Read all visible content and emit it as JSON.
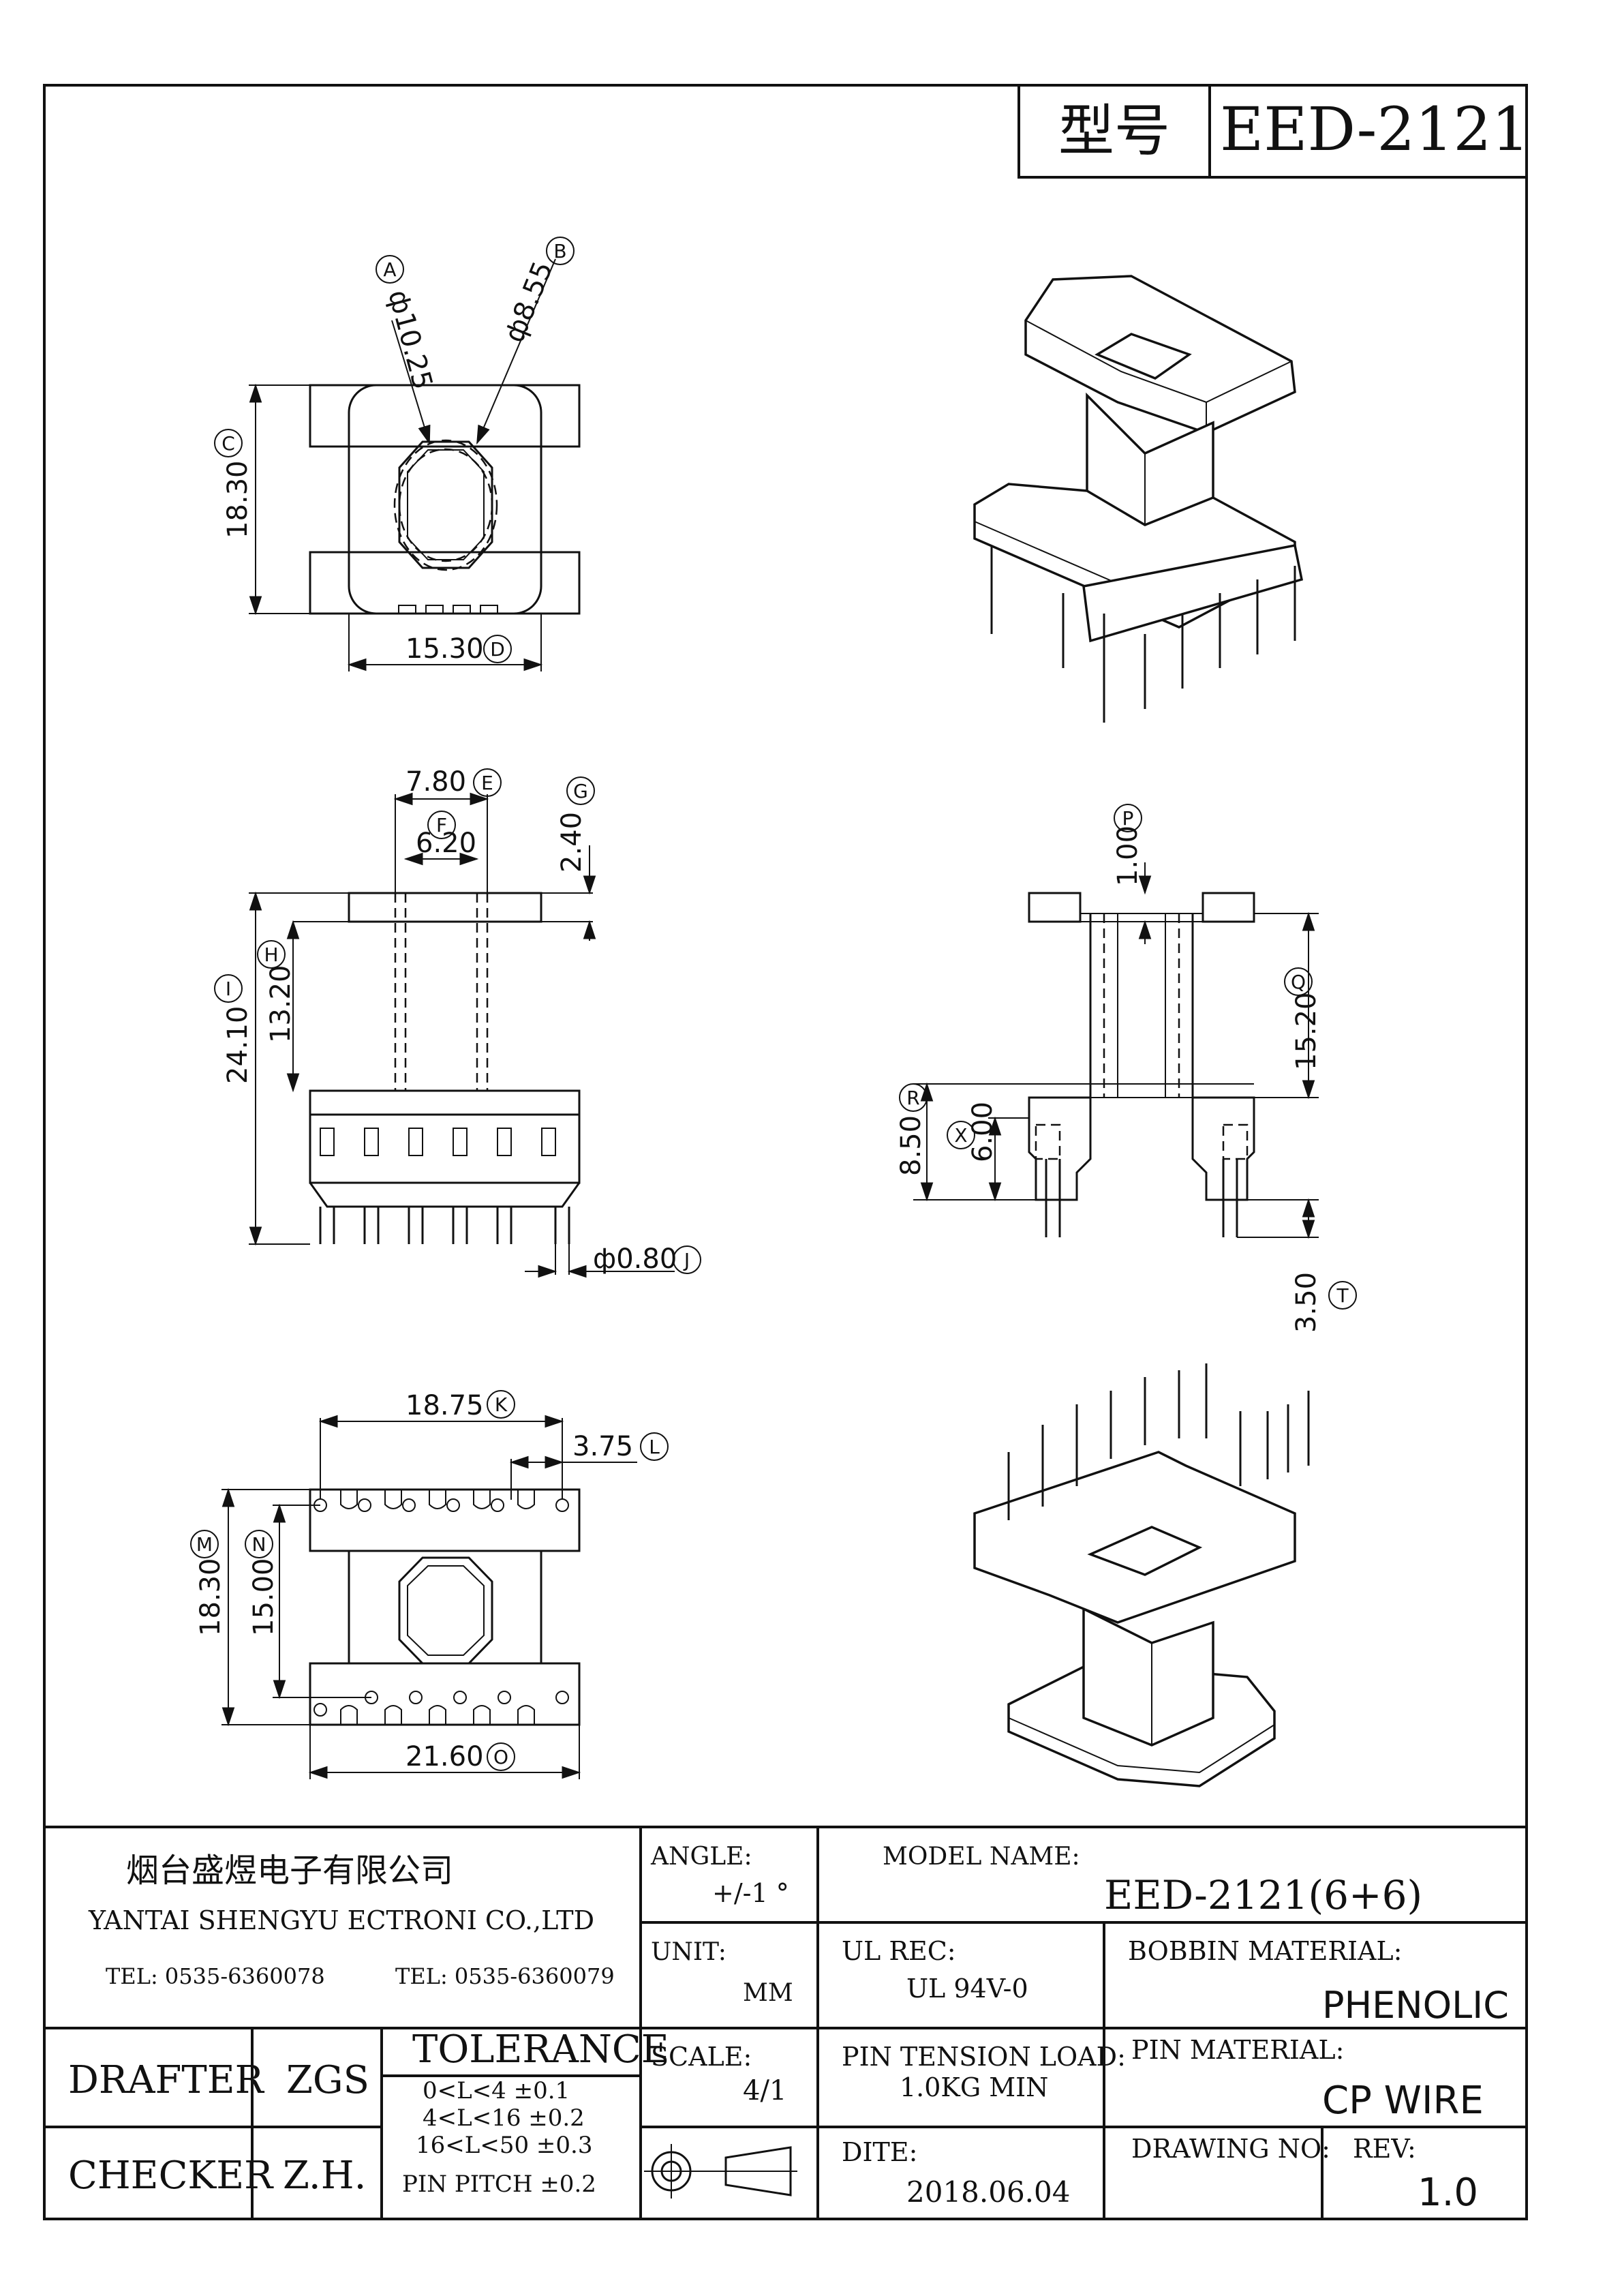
{
  "title_block": {
    "model_label": "型号",
    "model_value": "EED-2121"
  },
  "dimensions": {
    "A": {
      "tag": "A",
      "value": "ф10.25"
    },
    "B": {
      "tag": "B",
      "value": "ф8.55"
    },
    "C": {
      "tag": "C",
      "value": "18.30"
    },
    "D": {
      "tag": "D",
      "value": "15.30"
    },
    "E": {
      "tag": "E",
      "value": "7.80"
    },
    "F": {
      "tag": "F",
      "value": "6.20"
    },
    "G": {
      "tag": "G",
      "value": "2.40"
    },
    "H": {
      "tag": "H",
      "value": "13.20"
    },
    "I": {
      "tag": "I",
      "value": "24.10"
    },
    "J": {
      "tag": "J",
      "value": "ф0.80"
    },
    "P": {
      "tag": "P",
      "value": "1.00"
    },
    "Q": {
      "tag": "Q",
      "value": "15.20"
    },
    "R": {
      "tag": "R",
      "value": "8.50"
    },
    "X": {
      "tag": "X",
      "value": "6.00"
    },
    "T": {
      "tag": "T",
      "value": "3.50"
    },
    "K": {
      "tag": "K",
      "value": "18.75"
    },
    "L": {
      "tag": "L",
      "value": "3.75"
    },
    "M": {
      "tag": "M",
      "value": "18.30"
    },
    "N": {
      "tag": "N",
      "value": "15.00"
    },
    "O": {
      "tag": "O",
      "value": "21.60"
    }
  },
  "company": {
    "name_cn": "烟台盛煜电子有限公司",
    "name_en": "YANTAI SHENGYU ECTRONI CO.,LTD",
    "tel1": "TEL: 0535-6360078",
    "tel2": "TEL: 0535-6360079"
  },
  "angle": {
    "label": "ANGLE:",
    "value": "+/-1 °"
  },
  "unit": {
    "label": "UNIT:",
    "value": "MM"
  },
  "scale": {
    "label": "SCALE:",
    "value": "4/1"
  },
  "model_name": {
    "label": "MODEL NAME:",
    "value": "EED-2121(6+6)"
  },
  "ul_rec": {
    "label": "UL REC:",
    "value": "UL 94V-0"
  },
  "bobbin_material": {
    "label": "BOBBIN MATERIAL:",
    "value": "PHENOLIC"
  },
  "pin_tension": {
    "label": "PIN TENSION LOAD:",
    "value": "1.0KG MIN"
  },
  "pin_material": {
    "label": "PIN MATERIAL:",
    "value": "CP WIRE"
  },
  "date": {
    "label": "DITE:",
    "value": "2018.06.04"
  },
  "drawing_no": {
    "label": "DRAWING NO:",
    "value": ""
  },
  "rev": {
    "label": "REV:",
    "value": "1.0"
  },
  "drafter": {
    "label": "DRAFTER",
    "value": "ZGS"
  },
  "checker": {
    "label": "CHECKER",
    "value": "Z.H."
  },
  "tolerance": {
    "title": "TOLERANCE",
    "rows": [
      "0<L<4    ±0.1",
      "4<L<16   ±0.2",
      "16<L<50   ±0.3"
    ],
    "pin_pitch": "PIN PITCH  ±0.2"
  }
}
